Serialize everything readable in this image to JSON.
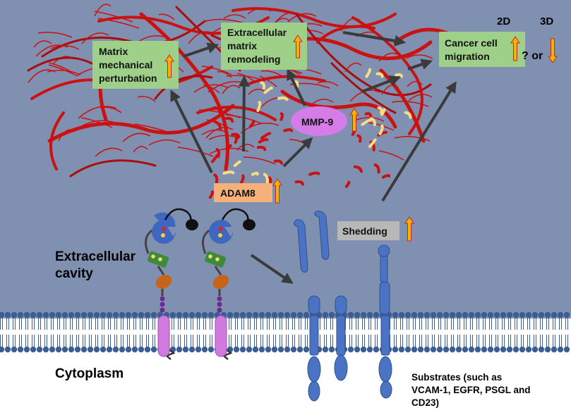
{
  "labels": {
    "matrix_mechanical": [
      "Matrix",
      "mechanical",
      "perturbation"
    ],
    "ecm_remodeling": [
      "Extracellular",
      "matrix",
      "remodeling"
    ],
    "cancer_migration": [
      "Cancer cell",
      "migration"
    ],
    "mmp9": "MMP-9",
    "adam8": "ADAM8",
    "shedding": "Shedding",
    "dim_2d": "2D",
    "dim_3d": "3D",
    "or_text": "? or",
    "extracellular_cavity": [
      "Extracellular",
      "cavity"
    ],
    "cytoplasm": "Cytoplasm",
    "substrates": [
      "Substrates (such as",
      "VCAM-1, EGFR, PSGL and",
      "CD23)"
    ]
  },
  "colors": {
    "background_extracellular": "#8090b0",
    "cytoplasm": "#ffffff",
    "membrane": "#3a5e93",
    "fiber_red": "#cc1111",
    "fiber_yellow": "#f5dd88",
    "green_box": "#9ed08a",
    "orange_box": "#f6b07a",
    "grey_box": "#b8b8b8",
    "mmp9_fill": "#d57ce8",
    "up_arrow_fill": "#f5b400",
    "up_arrow_stroke": "#cc2222",
    "protein_blue": "#4a73c4",
    "arrow_grey": "#5a5a5a"
  },
  "icons": {
    "up_arrow": "up-arrow-icon",
    "down_arrow": "down-arrow-icon"
  }
}
